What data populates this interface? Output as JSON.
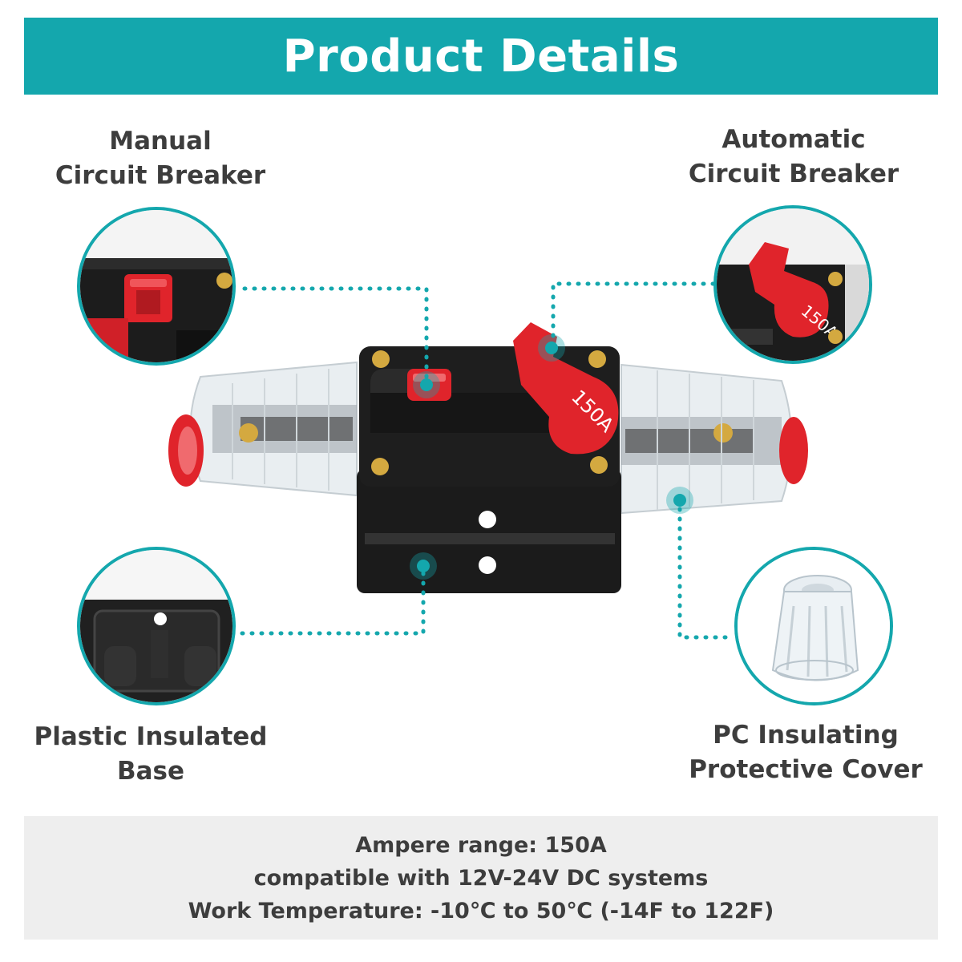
{
  "header": {
    "title": "Product Details"
  },
  "features": {
    "manual": {
      "line1": "Manual",
      "line2": "Circuit Breaker"
    },
    "automatic": {
      "line1": "Automatic",
      "line2": "Circuit Breaker"
    },
    "base": {
      "line1": "Plastic Insulated",
      "line2": "Base"
    },
    "cover": {
      "line1": "PC Insulating",
      "line2": "Protective Cover"
    }
  },
  "product": {
    "rating_label": "150A"
  },
  "specs": {
    "line1": "Ampere range: 150A",
    "line2": "compatible with 12V-24V DC systems",
    "line3": "Work Temperature: -10℃ to 50℃ (-14F to 122F)"
  },
  "colors": {
    "accent": "#14a7ad",
    "switch_red": "#e0242b",
    "body_black": "#1b1b1b"
  }
}
